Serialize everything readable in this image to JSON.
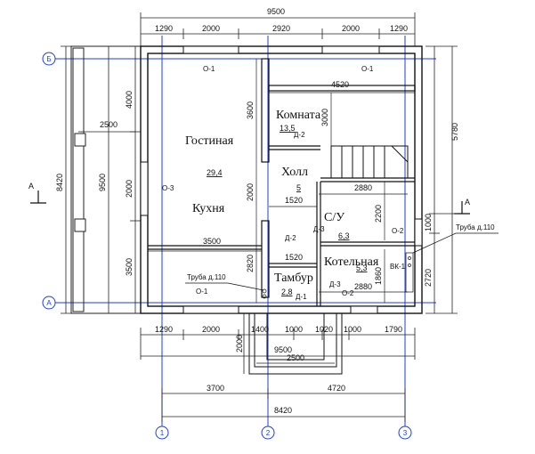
{
  "dimensions": {
    "top_total": "9500",
    "top_segments": [
      "1290",
      "2000",
      "2920",
      "2000",
      "1290"
    ],
    "left_total": "8420",
    "left_inner": "9500",
    "left_segments": [
      "4000",
      "2000",
      "3500"
    ],
    "porch_width": "2500",
    "right_total": "5780",
    "right_segments": [
      "1000",
      "2720"
    ],
    "bottom_segments_1": [
      "1290",
      "2000",
      "1400",
      "1000",
      "1020",
      "1000",
      "1790"
    ],
    "bottom_total_1": "9500",
    "bottom_porch": "2500",
    "bottom_porch_height": "2000",
    "bottom_segments_2": [
      "3700",
      "4720"
    ],
    "bottom_total_2": "8420",
    "interior": {
      "living_width": "3500",
      "living_height_top": "3600",
      "living_height_mid": "2000",
      "living_height_bottom": "2820",
      "room_width": "4520",
      "room_depth": "3000",
      "cy_width": "2880",
      "cy_depth": "2200",
      "boiler_width": "2880",
      "boiler_depth": "1860",
      "hall_1": "1520",
      "hall_2": "1520"
    }
  },
  "rooms": [
    {
      "name": "Гостиная",
      "area": ""
    },
    {
      "name": "Кухня",
      "area": "29,4"
    },
    {
      "name": "Комната",
      "area": "13,5"
    },
    {
      "name": "Холл",
      "area": "5"
    },
    {
      "name": "С/У",
      "area": "6,3"
    },
    {
      "name": "Котельная",
      "area": "5,3"
    },
    {
      "name": "Тамбур",
      "area": "2,8"
    }
  ],
  "labels": {
    "windows": [
      "О-1",
      "О-1",
      "О-3",
      "О-1",
      "О-2",
      "О-2"
    ],
    "doors": [
      "Д-2",
      "Д-2",
      "Д-3",
      "Д-3",
      "Д-1"
    ],
    "pipe_left": "Труба д.110",
    "pipe_right": "Труба д.110",
    "vk": "ВК-1",
    "section_mark": "А"
  },
  "grid_axes": {
    "rows": [
      "Б",
      "А"
    ],
    "cols": [
      "1",
      "2",
      "3"
    ]
  }
}
